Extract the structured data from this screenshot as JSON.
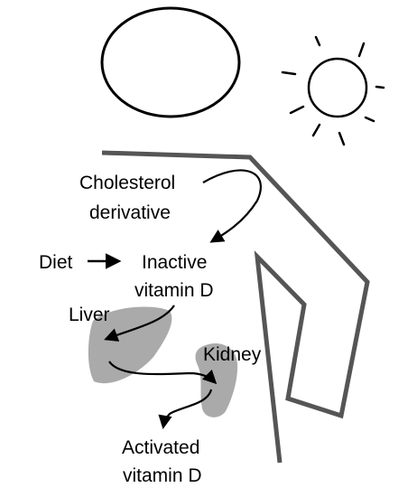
{
  "labels": {
    "cholesterol_line1": "Cholesterol",
    "cholesterol_line2": "derivative",
    "diet": "Diet",
    "inactive_line1": "Inactive",
    "inactive_line2": "vitamin D",
    "liver": "Liver",
    "kidney": "Kidney",
    "activated_line1": "Activated",
    "activated_line2": "vitamin D"
  },
  "colors": {
    "body_outline": "#555555",
    "organ_fill": "#aaaaaa",
    "ink": "#000000",
    "background": "#ffffff"
  },
  "icons": {
    "sun": "sun-icon",
    "head": "head-circle",
    "liver": "liver-shape",
    "kidney": "kidney-shape"
  }
}
